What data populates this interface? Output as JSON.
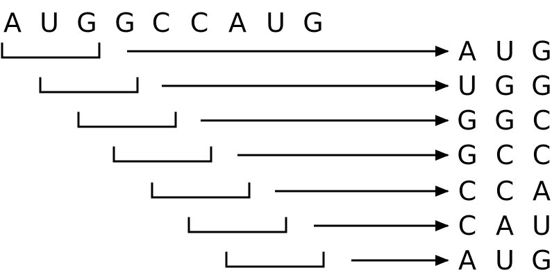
{
  "sequence": [
    "A",
    "U",
    "G",
    "G",
    "C",
    "C",
    "A",
    "U",
    "G"
  ],
  "codons": [
    [
      "A",
      "U",
      "G"
    ],
    [
      "U",
      "G",
      "G"
    ],
    [
      "G",
      "G",
      "C"
    ],
    [
      "G",
      "C",
      "C"
    ],
    [
      "C",
      "C",
      "A"
    ],
    [
      "C",
      "A",
      "U"
    ],
    [
      "A",
      "U",
      "G"
    ]
  ],
  "colors": {
    "ink": "#000000",
    "background": "#ffffff"
  }
}
